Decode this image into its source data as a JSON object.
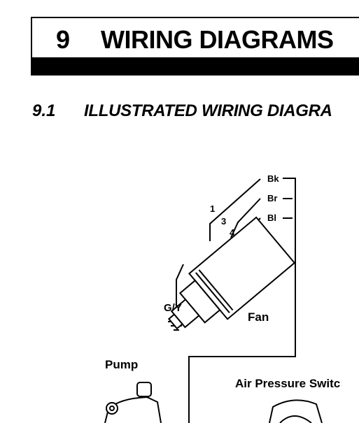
{
  "header": {
    "chapter_number": "9",
    "chapter_title": "WIRING DIAGRAMS"
  },
  "section": {
    "number": "9.1",
    "title": "ILLUSTRATED WIRING DIAGRA"
  },
  "diagram": {
    "wire_colors": [
      "Bk",
      "Br",
      "Bl"
    ],
    "terminal_numbers": [
      "1",
      "3",
      "4"
    ],
    "earth_label": "G/Y",
    "component_labels": {
      "fan": "Fan",
      "pump": "Pump",
      "air_pressure_switch": "Air Pressure Switc"
    }
  }
}
